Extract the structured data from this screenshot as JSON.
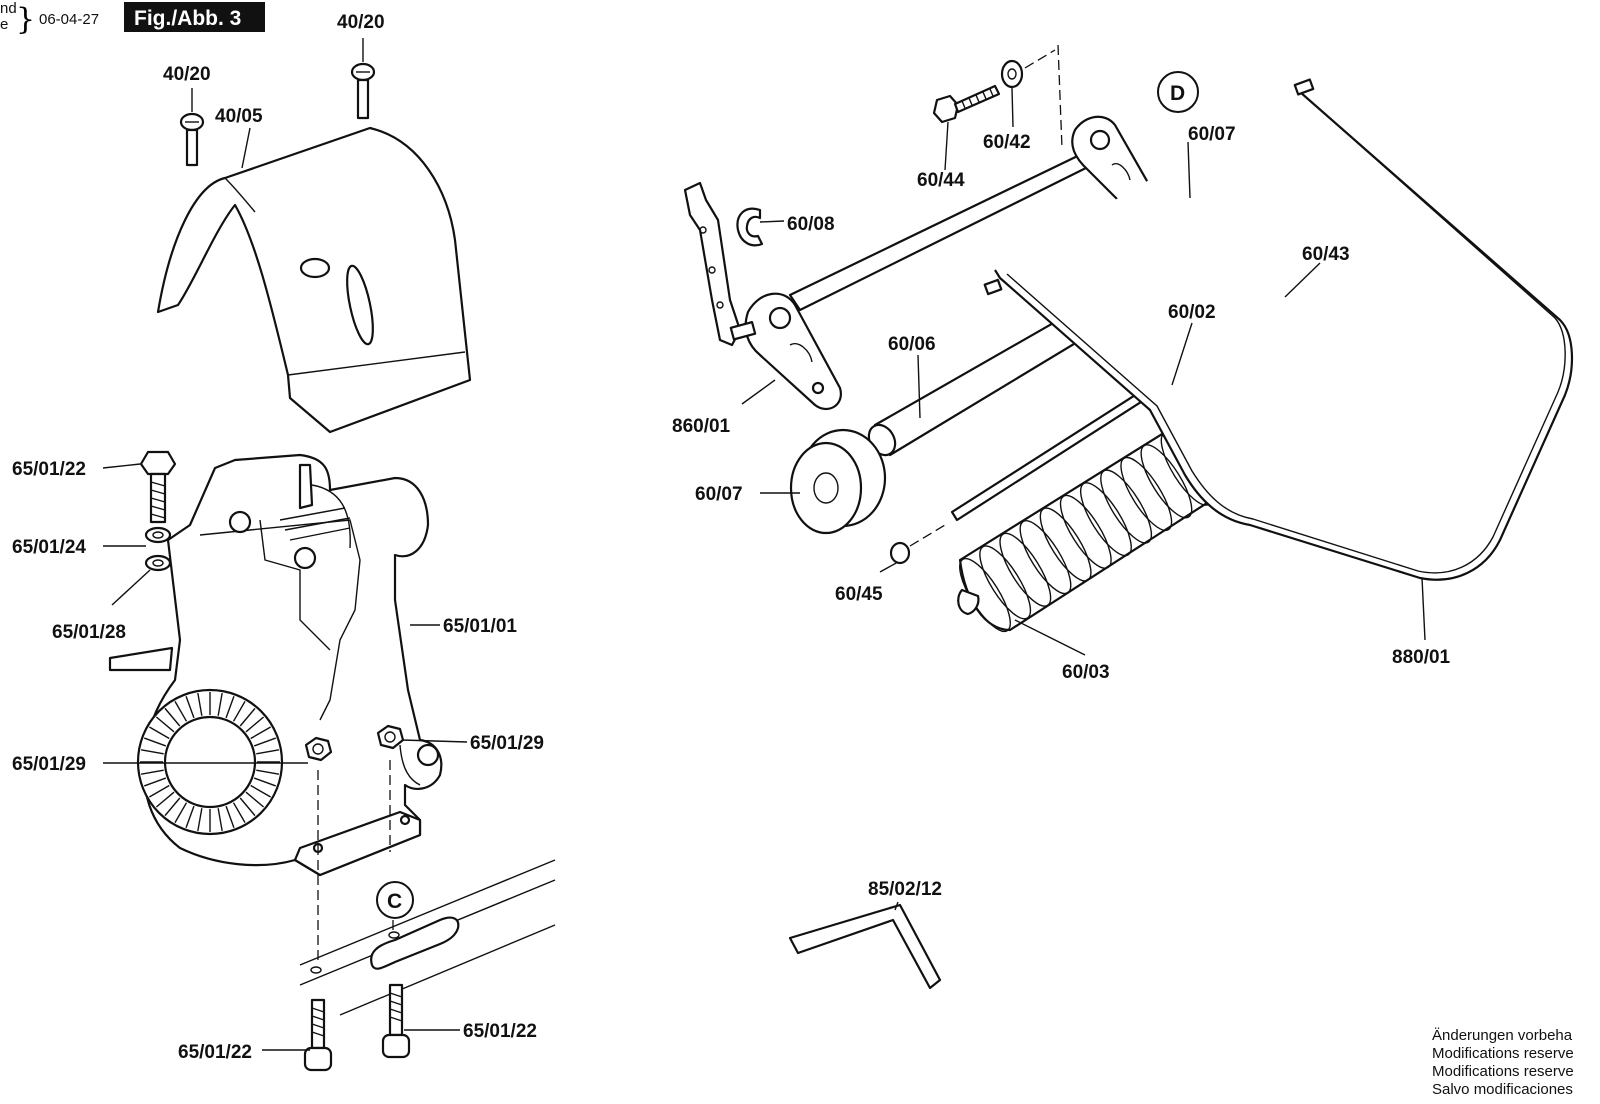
{
  "header": {
    "frag_top": "nd",
    "frag_bottom": "e",
    "date": "06-04-27",
    "figure_label": "Fig./Abb. 3"
  },
  "callouts": {
    "c1": "C",
    "d1": "D"
  },
  "labels": {
    "l_40_20_a": "40/20",
    "l_40_20_b": "40/20",
    "l_40_05": "40/05",
    "l_65_01_22_a": "65/01/22",
    "l_65_01_24": "65/01/24",
    "l_65_01_28": "65/01/28",
    "l_65_01_01": "65/01/01",
    "l_65_01_29_a": "65/01/29",
    "l_65_01_29_b": "65/01/29",
    "l_65_01_22_b": "65/01/22",
    "l_65_01_22_c": "65/01/22",
    "l_60_44": "60/44",
    "l_60_42": "60/42",
    "l_60_08": "60/08",
    "l_60_07_a": "60/07",
    "l_60_07_b": "60/07",
    "l_60_43": "60/43",
    "l_60_02": "60/02",
    "l_60_06": "60/06",
    "l_860_01": "860/01",
    "l_60_45": "60/45",
    "l_60_03": "60/03",
    "l_880_01": "880/01",
    "l_85_02_12": "85/02/12"
  },
  "footer": {
    "line1": "Änderungen vorbeha",
    "line2": "Modifications reserve",
    "line3": "Modifications reserve",
    "line4": "Salvo modificaciones"
  }
}
